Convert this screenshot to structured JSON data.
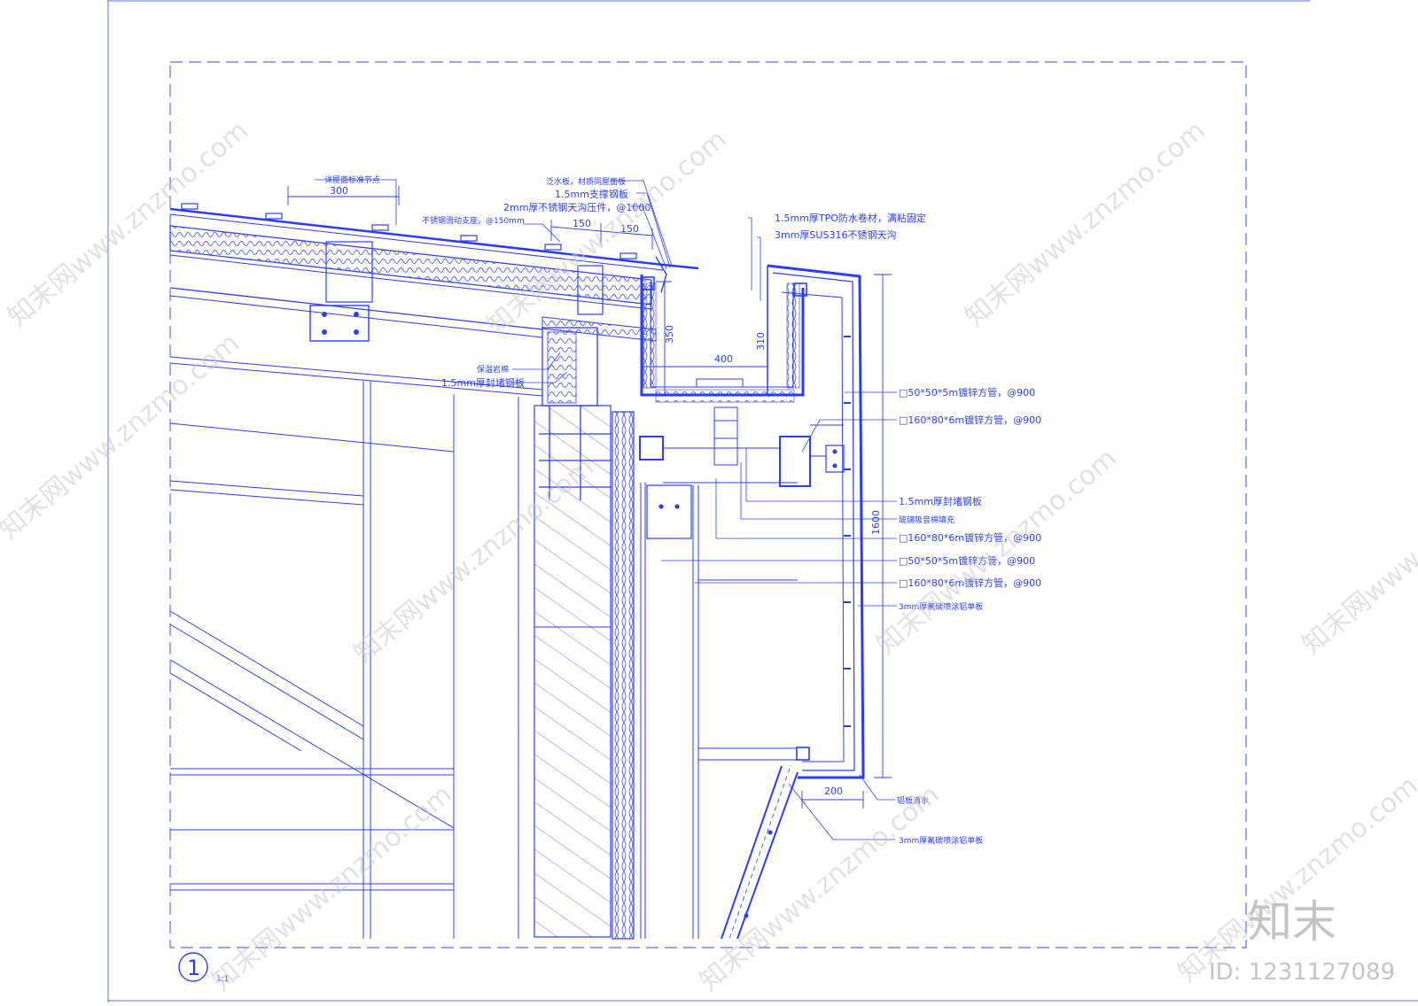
{
  "sheet": {
    "detail_number": "1",
    "scale": "1:1",
    "colors": {
      "line": "#2a3cff",
      "frame": "#5a6cf0",
      "watermark": "#c8c8c8"
    }
  },
  "dimensions": {
    "d300": "300",
    "d150a": "150",
    "d150b": "150",
    "d350": "350",
    "d400": "400",
    "d310": "310",
    "d1600": "1600",
    "d200": "200"
  },
  "labels": {
    "roof_ref": "详屋面标准节点",
    "flashing": "泛水板，材质同屋面板",
    "support_plate": "1.5mm支撑钢板",
    "gutter_strip": "2mm厚不锈钢天沟压件，@1000",
    "sliding_support": "不锈钢滑动支座，@150mm",
    "tpo": "1.5mm厚TPO防水卷材，满粘固定",
    "gutter_sus": "3mm厚SUS316不锈钢天沟",
    "insulation": "保温岩棉",
    "seal_left": "1.5mm厚封堵钢板",
    "tube_50_a": "□50*50*5m镀锌方管，@900",
    "tube_160_a": "□160*80*6m镀锌方管，@900",
    "seal_right": "1.5mm厚封堵钢板",
    "glass_wool": "玻璃吸音棉填充",
    "tube_160_b": "□160*80*6m镀锌方管，@900",
    "tube_50_b": "□50*50*5m镀锌方管，@900",
    "tube_160_c": "□160*80*6m镀锌方管，@900",
    "alu_panel_a": "3mm厚氟碳喷涂铝单板",
    "drip": "铝板滴水",
    "alu_panel_b": "3mm厚氟碳喷涂铝单板"
  },
  "watermark": {
    "site": "知末网www.znzmo.com",
    "brand": "知末",
    "id": "ID: 1231127089"
  }
}
